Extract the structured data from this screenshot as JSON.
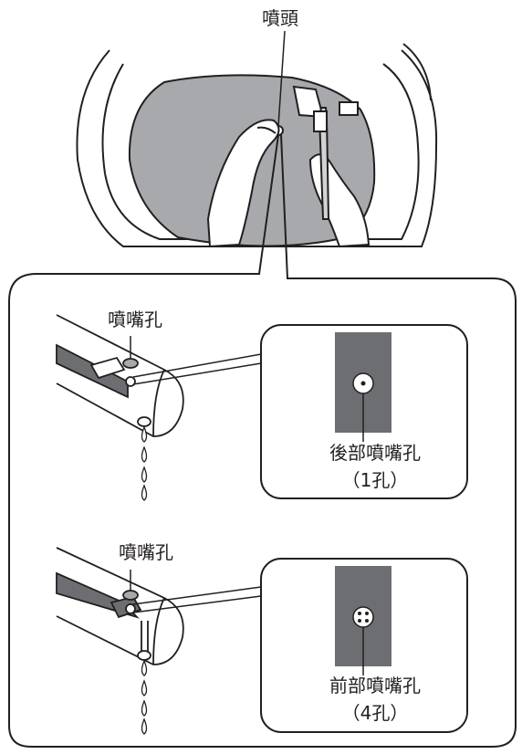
{
  "labels": {
    "nozzle_head": "噴頭",
    "nozzle_hole_1": "噴嘴孔",
    "nozzle_hole_2": "噴嘴孔",
    "rear_nozzle": {
      "name": "後部噴嘴孔",
      "count": "（1孔）"
    },
    "front_nozzle": {
      "name": "前部噴嘴孔",
      "count": "（4孔）"
    }
  },
  "colors": {
    "line": "#231f20",
    "bowl_fill": "#a7a9ac",
    "nozzle_dark": "#6d6e71",
    "nozzle_light": "#d1d3d4",
    "background": "#ffffff"
  },
  "icons": {
    "water_drop": "water-drop-icon",
    "toothbrush": "toothbrush-icon"
  }
}
